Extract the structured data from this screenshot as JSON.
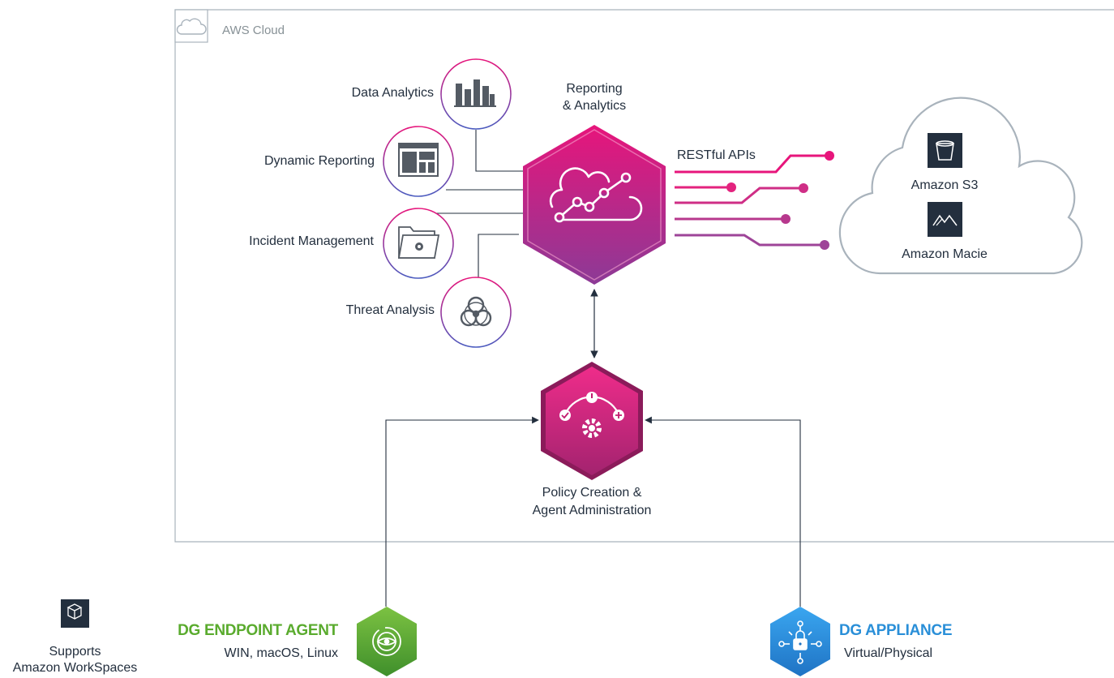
{
  "aws_cloud": {
    "label": "AWS Cloud",
    "icon": "cloud-icon"
  },
  "reporting": {
    "title_line1": "Reporting",
    "title_line2": "& Analytics",
    "icon": "cloud-analytics-icon",
    "features": [
      {
        "label": "Data Analytics",
        "icon": "bar-chart-icon"
      },
      {
        "label": "Dynamic Reporting",
        "icon": "dashboard-layout-icon"
      },
      {
        "label": "Incident Management",
        "icon": "folder-gear-icon"
      },
      {
        "label": "Threat Analysis",
        "icon": "biohazard-icon"
      }
    ]
  },
  "apis": {
    "label": "RESTful APIs"
  },
  "external_cloud": {
    "services": [
      {
        "label": "Amazon S3",
        "icon": "s3-bucket-icon"
      },
      {
        "label": "Amazon Macie",
        "icon": "macie-icon"
      }
    ]
  },
  "policy": {
    "line1": "Policy Creation &",
    "line2": "Agent Administration",
    "icon": "policy-gear-icon"
  },
  "workspaces": {
    "line1": "Supports",
    "line2": "Amazon WorkSpaces",
    "icon": "workspaces-icon"
  },
  "endpoint_agent": {
    "title": "DG ENDPOINT AGENT",
    "subtitle": "WIN, macOS, Linux",
    "icon": "eye-target-icon",
    "color": "#5aab2e"
  },
  "appliance": {
    "title": "DG APPLIANCE",
    "subtitle": "Virtual/Physical",
    "icon": "lock-network-icon",
    "color": "#2a8fd8"
  },
  "colors": {
    "pink": "#e7157b",
    "purple": "#8c4fa6",
    "border": "#a9b3bc",
    "dark": "#232f3e"
  }
}
